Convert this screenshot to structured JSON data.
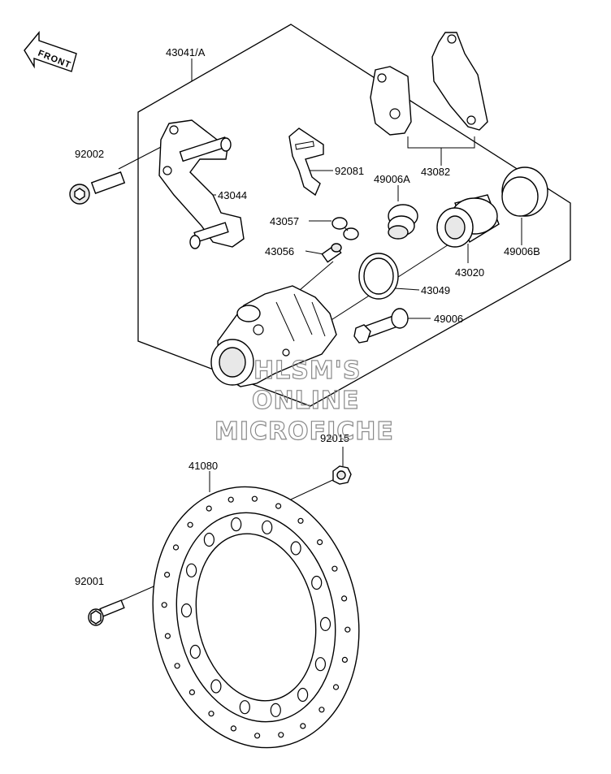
{
  "orientation_label": "FRONT",
  "parts": {
    "p43041A": "43041/A",
    "p92002": "92002",
    "p43044": "43044",
    "p92081": "92081",
    "p43082": "43082",
    "p49006A": "49006A",
    "p43057": "43057",
    "p43056": "43056",
    "p43020": "43020",
    "p49006B": "49006B",
    "p43049": "43049",
    "p49006": "49006",
    "p92015": "92015",
    "p41080": "41080",
    "p92001": "92001"
  },
  "watermark": {
    "line1": "HLSM'S",
    "line2": "ONLINE",
    "line3": "MICROFICHE"
  },
  "colors": {
    "line": "#000000",
    "watermark": "#8a8a8a",
    "background": "#ffffff"
  }
}
